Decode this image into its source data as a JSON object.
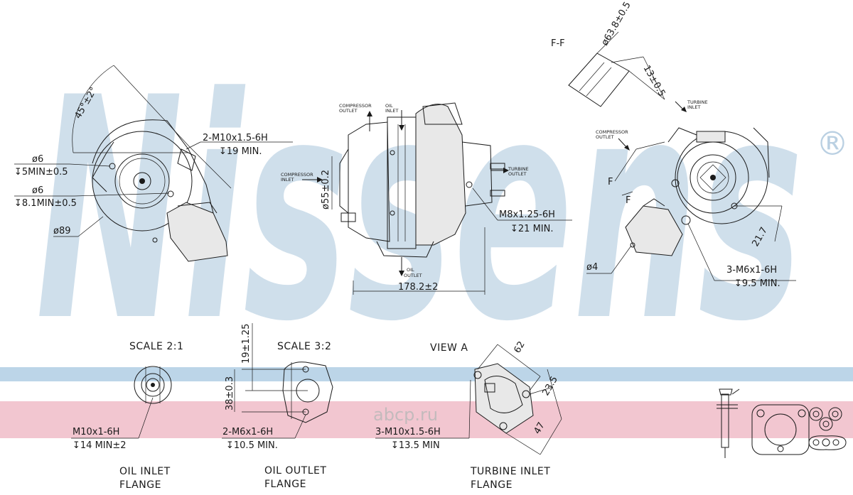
{
  "watermark": {
    "brand": "Nissens",
    "registered": "®",
    "stamp": "abcp.ru"
  },
  "colors": {
    "band_blue": "#bcd5e8",
    "band_pink": "#f2c6d0",
    "watermark": "#a9c5dc",
    "line": "#1a1a1a"
  },
  "front_view": {
    "angle": "45°±2°",
    "thread": "2-M10x1.5-6H",
    "thread_depth": "↧19 MIN.",
    "hole1": "ø6",
    "hole1_depth": "↧5MIN±0.5",
    "hole2": "ø6",
    "hole2_depth": "↧8.1MIN±0.5",
    "outer_dia": "ø89"
  },
  "side_view": {
    "compressor_outlet": [
      "COMPRESSOR",
      "OUTLET"
    ],
    "oil_inlet": [
      "OIL",
      "INLET"
    ],
    "compressor_inlet": [
      "COMPRESSOR",
      "INLET"
    ],
    "turbine_outlet": [
      "TURBINE",
      "OUTLET"
    ],
    "oil_outlet": [
      "OIL",
      "OUTLET"
    ],
    "dia": "ø55±0.2",
    "thread": "M8x1.25-6H",
    "thread_depth": "↧21 MIN.",
    "length": "178.2±2"
  },
  "section_ff": {
    "title": "F-F",
    "dia": "ø63.8±0.5",
    "offset": "13±0.5"
  },
  "rear_view": {
    "turbine_inlet": [
      "TURBINE",
      "INLET"
    ],
    "compressor_outlet": [
      "COMPRESSOR",
      "OUTLET"
    ],
    "f_top": "F",
    "f_bottom": "F",
    "dim": "21.7",
    "hole": "ø4",
    "thread": "3-M6x1-6H",
    "thread_depth": "↧9.5 MIN."
  },
  "oil_inlet_flange": {
    "scale": "SCALE 2:1",
    "thread": "M10x1-6H",
    "depth": "↧14 MIN±2",
    "name": [
      "OIL INLET",
      "FLANGE"
    ]
  },
  "oil_outlet_flange": {
    "scale": "SCALE 3:2",
    "dim_v": "19±1.25",
    "dim_h": "38±0.3",
    "thread": "2-M6x1-6H",
    "depth": "↧10.5 MIN.",
    "name": [
      "OIL OUTLET",
      "FLANGE"
    ]
  },
  "turbine_inlet_flange": {
    "view": "VIEW A",
    "dim1": "62",
    "dim2": "23.5",
    "dim3": "47",
    "thread": "3-M10x1.5-6H",
    "depth": "↧13.5 MIN",
    "name": [
      "TURBINE INLET",
      "FLANGE"
    ]
  }
}
